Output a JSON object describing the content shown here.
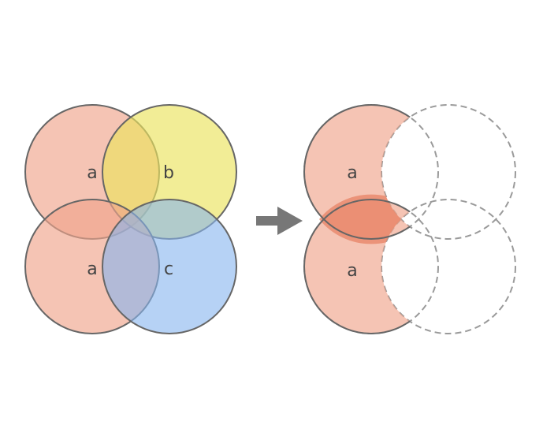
{
  "colors": {
    "a": "#f0a58c",
    "b": "#ebe35e",
    "c": "#86b4ef",
    "outline": "#666666",
    "dashed_outline": "#9a9a9a",
    "arrow": "#777777",
    "background": "#ffffff"
  },
  "left_group": {
    "top_left_label": "a",
    "top_right_label": "b",
    "bottom_left_label": "a",
    "bottom_right_label": "c"
  },
  "right_group": {
    "top_label": "a",
    "bottom_label": "a"
  },
  "arrow_icon": "right-arrow-icon"
}
